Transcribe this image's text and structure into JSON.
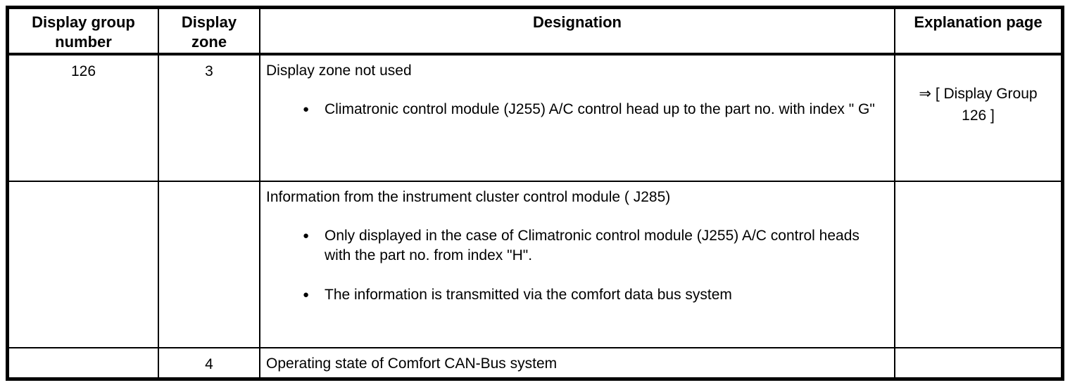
{
  "doc": {
    "bullet_glyph": "●",
    "headers": {
      "group_number": "Display group\nnumber",
      "zone": "Display\nzone",
      "designation": "Designation",
      "explanation_page": "Explanation page"
    },
    "rows": [
      {
        "group_number": "126",
        "zone": "3",
        "designation": {
          "intro": "Display zone not used",
          "bullets": [
            "Climatronic control module (J255) A/C control head up to the part no. with index \" G\""
          ]
        },
        "explanation": "⇒ [ Display Group\n126 ]"
      },
      {
        "group_number": "",
        "zone": "",
        "designation": {
          "intro": "Information from the instrument cluster control module ( J285)",
          "bullets": [
            "Only displayed in the case of Climatronic control module (J255) A/C control heads with the part no. from index \"H\".",
            "The information is transmitted via the comfort data bus system"
          ]
        },
        "explanation": ""
      },
      {
        "group_number": "",
        "zone": "4",
        "designation": {
          "intro": "Operating state of Comfort CAN-Bus system",
          "bullets": []
        },
        "explanation": ""
      }
    ]
  }
}
